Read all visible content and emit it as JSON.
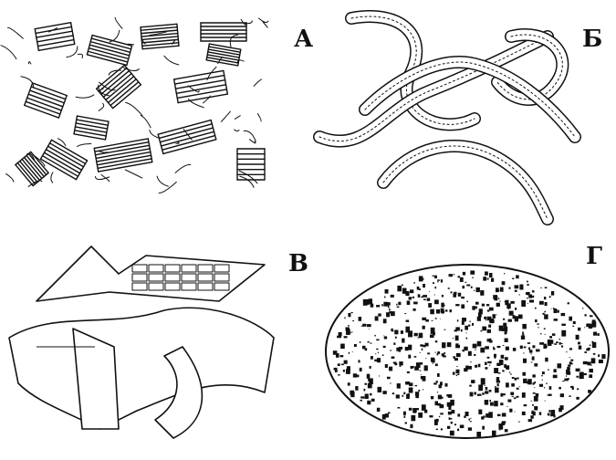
{
  "panels": [
    {
      "id": "a",
      "label": "А",
      "depiction": "folded-lamella-blocks"
    },
    {
      "id": "b",
      "label": "Б",
      "depiction": "twisted-ribbons"
    },
    {
      "id": "c",
      "label": "В",
      "depiction": "curved-sheets"
    },
    {
      "id": "d",
      "label": "Г",
      "depiction": "porous-shell"
    }
  ],
  "colors": {
    "ink": "#111111",
    "paper": "#ffffff"
  }
}
